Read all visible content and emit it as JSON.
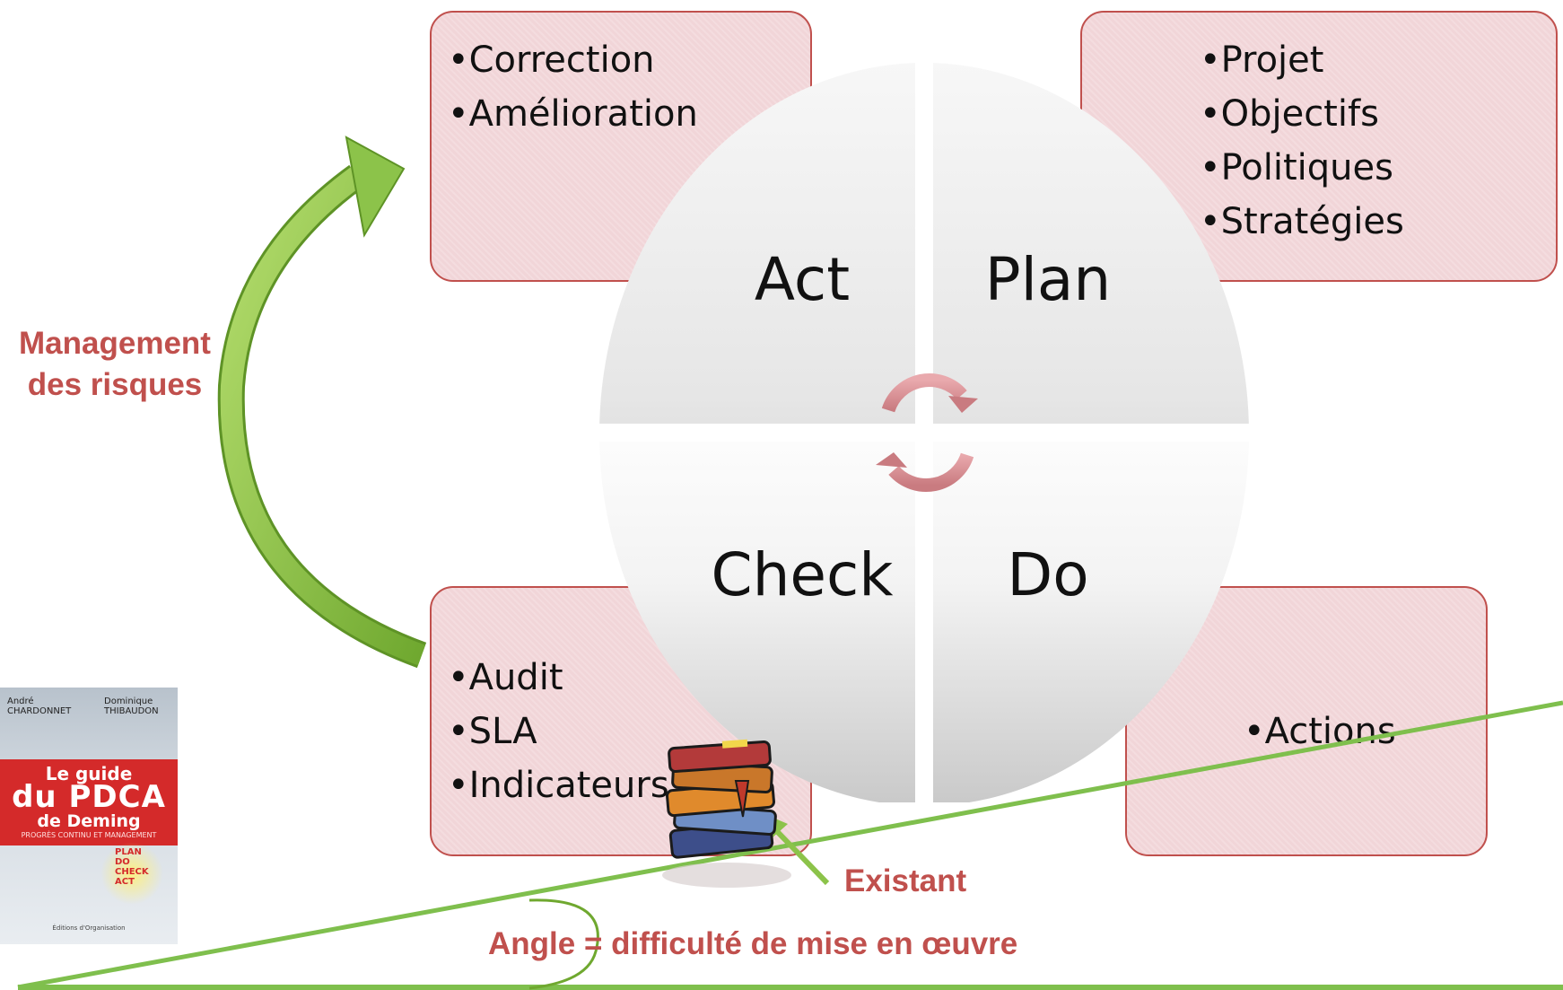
{
  "quadrants": {
    "act": "Act",
    "plan": "Plan",
    "check": "Check",
    "do": "Do"
  },
  "boxes": {
    "act": [
      "Correction",
      "Amélioration"
    ],
    "plan": [
      "Projet",
      "Objectifs",
      "Politiques",
      "Stratégies"
    ],
    "check": [
      "Audit",
      "SLA",
      "Indicateurs"
    ],
    "do": [
      "Actions"
    ]
  },
  "labels": {
    "management_line1": "Management",
    "management_line2": "des risques",
    "existant": "Existant",
    "angle": "Angle = difficulté de mise en œuvre"
  },
  "book_cover": {
    "author_1_first": "André",
    "author_1_last": "CHARDONNET",
    "author_2_first": "Dominique",
    "author_2_last": "THIBAUDON",
    "title_line1": "Le guide",
    "title_line2": "du PDCA",
    "title_line3": "de Deming",
    "subtitle": "PROGRÈS CONTINU ET MANAGEMENT",
    "pdca_words": [
      "PLAN",
      "DO",
      "CHECK",
      "ACT"
    ],
    "publisher": "Éditions d'Organisation"
  },
  "colors": {
    "box_fill": "#f1d5d8",
    "box_border": "#c0504d",
    "label_red": "#c0504d",
    "arrow_green": "#8cc34a",
    "line_green": "#7fbf4d"
  }
}
